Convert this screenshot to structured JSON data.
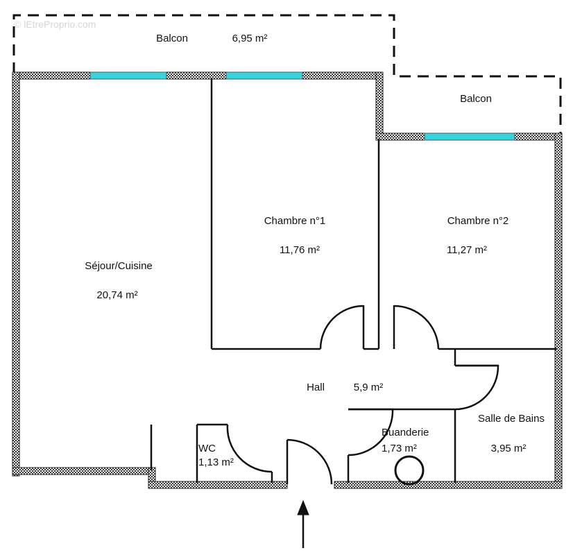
{
  "watermark": "© lEtreProprio.com",
  "colors": {
    "wall": "#4a4a4a",
    "window": "#33d6e0",
    "line": "#111111"
  },
  "rooms": {
    "balcon_top": {
      "name": "Balcon",
      "area": "6,95  m²"
    },
    "balcon_right": {
      "name": "Balcon"
    },
    "chambre1": {
      "name": "Chambre n°1",
      "area": "11,76  m²"
    },
    "chambre2": {
      "name": "Chambre n°2",
      "area": "11,27  m²"
    },
    "sejour": {
      "name": "Séjour/Cuisine",
      "area": "20,74  m²"
    },
    "hall": {
      "name": "Hall",
      "area": "5,9  m²"
    },
    "wc": {
      "name": "WC",
      "area": "1,13  m²"
    },
    "buanderie": {
      "name": "Buanderie",
      "area": "1,73  m²"
    },
    "salle_de_bains": {
      "name": "Salle de Bains",
      "area": "3,95  m²"
    }
  }
}
